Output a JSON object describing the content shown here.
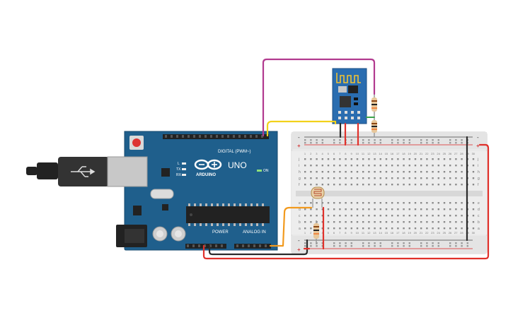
{
  "arduino": {
    "brand": "ARDUINO",
    "model": "UNO",
    "digital_label": "DIGITAL (PWM~)",
    "power_label": "POWER",
    "analog_label": "ANALOG IN",
    "on_label": "ON",
    "tx_label": "TX",
    "rx_label": "RX",
    "l_label": "L",
    "board_color": "#1f5f8c"
  },
  "breadboard": {
    "columns": [
      "1",
      "2",
      "3",
      "4",
      "5",
      "6",
      "7",
      "8",
      "9",
      "10",
      "11",
      "12",
      "13",
      "14",
      "15",
      "16",
      "17",
      "18",
      "19",
      "20",
      "21",
      "22",
      "23",
      "24",
      "25",
      "26",
      "27",
      "28",
      "29",
      "30"
    ],
    "rows_top": [
      "j",
      "i",
      "h",
      "g",
      "f"
    ],
    "rows_bottom": [
      "e",
      "d",
      "c",
      "b",
      "a"
    ],
    "plus": "+",
    "minus": "-"
  },
  "colors": {
    "wire_red": "#e0312b",
    "wire_black": "#2b2b2b",
    "wire_yellow": "#f2d21b",
    "wire_orange": "#f29a1e",
    "wire_magenta": "#b23a8f",
    "wire_green": "#3aa34a",
    "esp_board": "#2a6db0"
  }
}
